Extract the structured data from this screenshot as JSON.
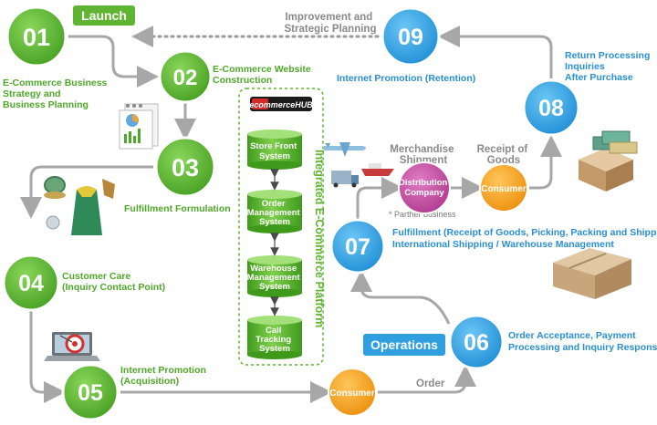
{
  "colors": {
    "green": "#5fb531",
    "green_text": "#4fa82a",
    "blue": "#2f9fe0",
    "blue_text": "#2a8fd2",
    "flow_line": "#a7a7a7",
    "consumer": "#f5a21b",
    "distribution": "#c64aa0"
  },
  "badges": {
    "launch": "Launch",
    "operations": "Operations"
  },
  "steps": [
    {
      "num": "01",
      "label_lines": [
        "E-Commerce Business",
        "Strategy and",
        "Business Planning"
      ]
    },
    {
      "num": "02",
      "label_lines": [
        "E-Commerce Website",
        "Construction"
      ]
    },
    {
      "num": "03",
      "label_lines": [
        "Fulfillment Formulation"
      ]
    },
    {
      "num": "04",
      "label_lines": [
        "Customer Care",
        "(Inquiry Contact Point)"
      ]
    },
    {
      "num": "05",
      "label_lines": [
        "Internet Promotion",
        "(Acquisition)"
      ]
    },
    {
      "num": "06",
      "label_lines": [
        "Order Acceptance, Payment",
        "Processing and Inquiry Response"
      ]
    },
    {
      "num": "07",
      "label_lines": [
        "Fulfillment (Receipt of Goods, Picking, Packing and Shipping)",
        "International Shipping / Warehouse Management"
      ]
    },
    {
      "num": "08",
      "label_lines": [
        "Return Processing",
        "Inquiries",
        "After Purchase"
      ]
    },
    {
      "num": "09",
      "label_lines": [
        "Internet Promotion (Retention)"
      ]
    }
  ],
  "platform": {
    "logo": "ecommerceHUB",
    "title": "Integrated E-Commerce Platform",
    "systems": [
      [
        "Store Front",
        "System"
      ],
      [
        "Order",
        "Management",
        "System"
      ],
      [
        "Warehouse",
        "Management",
        "System"
      ],
      [
        "Call",
        "Tracking",
        "System"
      ]
    ]
  },
  "improvement_lines": [
    "Improvement and",
    "Strategic Planning"
  ],
  "merchandise_lines": [
    "Merchandise",
    "Shipment"
  ],
  "receipt_lines": [
    "Receipt of",
    "Goods"
  ],
  "distribution_lines": [
    "Distribution",
    "Company"
  ],
  "consumer_label": "Consumer",
  "partner_note": "* Parther business",
  "order_label": "Order"
}
